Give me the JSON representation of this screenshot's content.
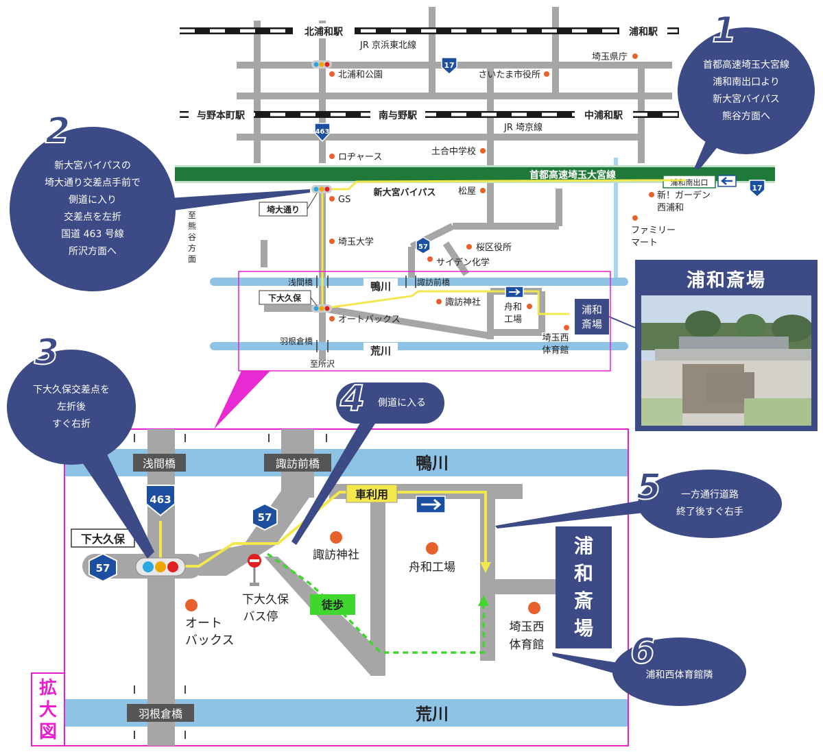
{
  "stations": {
    "kita_urawa": "北浦和駅",
    "urawa": "浦和駅",
    "yono_honmachi": "与野本町駅",
    "minami_yono": "南与野駅",
    "naka_urawa": "中浦和駅"
  },
  "rail_lines": {
    "keihin_tohoku": "JR 京浜東北線",
    "saikyo": "JR 埼京線"
  },
  "routes": {
    "r17": "17",
    "r463": "463",
    "r57": "57"
  },
  "expressway": {
    "name": "首都高速埼玉大宮線",
    "exit": "浦和南出口"
  },
  "roads": {
    "bypass": "新大宮バイパス"
  },
  "intersections": {
    "saidai_dori": "埼大通り",
    "shimo_okubo": "下大久保"
  },
  "directions": {
    "to_kumagaya": "至熊谷方面",
    "to_tokorozawa": "至所沢"
  },
  "landmarks": {
    "kita_urawa_park": "北浦和公園",
    "saitama_pref": "埼玉県庁",
    "city_hall": "さいたま市役所",
    "rogers": "ロヂャース",
    "tsuchiai_jhs": "土合中学校",
    "gs": "GS",
    "matsuya": "松屋",
    "garden": "新！ガーデン\n西浦和",
    "familymart": "ファミリー\nマート",
    "saitama_univ": "埼玉大学",
    "sakura_ward": "桜区役所",
    "saiden": "サイデン化学",
    "suwa_shrine": "諏訪神社",
    "funawa": "舟和\n工場",
    "autobacs": "オートバックス",
    "gym": "埼玉西\n体育館"
  },
  "bridges": {
    "asama": "浅間橋",
    "suwamae": "諏訪前橋",
    "hanekura": "羽根倉橋"
  },
  "rivers": {
    "kamo": "鴨川",
    "ara": "荒川"
  },
  "crematorium_short": "浦和\n斎場",
  "photo_title": "浦和斎場",
  "enlarged": {
    "label": "拡大図",
    "asama": "浅間橋",
    "suwamae": "諏訪前橋",
    "hanekura": "羽根倉橋",
    "kamo": "鴨川",
    "ara": "荒川",
    "shimo_okubo": "下大久保",
    "car_use": "車利用",
    "walk": "徒歩",
    "bus_stop": "下大久保\nバス停",
    "suwa_shrine": "諏訪神社",
    "funawa": "舟和工場",
    "autobacs": "オート\nバックス",
    "gym": "埼玉西\n体育館",
    "crematorium": "浦\n和\n斎\n場"
  },
  "steps": [
    {
      "num": "1",
      "text": "首都高速埼玉大宮線\n浦和南出口より\n新大宮バイパス\n熊谷方面へ"
    },
    {
      "num": "2",
      "text": "新大宮バイパスの\n埼大通り交差点手前で\n側道に入り\n交差点を左折\n国道 463 号線\n所沢方面へ"
    },
    {
      "num": "3",
      "text": "下大久保交差点を\n左折後\nすぐ右折"
    },
    {
      "num": "4",
      "text": "側道に入る"
    },
    {
      "num": "5",
      "text": "一方通行道路\n終了後すぐ右手"
    },
    {
      "num": "6",
      "text": "浦和西体育館隣"
    }
  ],
  "colors": {
    "bubble": "#3c4a86",
    "road": "#a6a6a6",
    "river": "#8ec3e6",
    "expressway": "#1f7a3a",
    "route": "#f2e84b",
    "enlarge_frame": "#e81ecf",
    "walk": "#3fd62e",
    "shield": "#1d4fa0",
    "poi": "#e8612c"
  }
}
